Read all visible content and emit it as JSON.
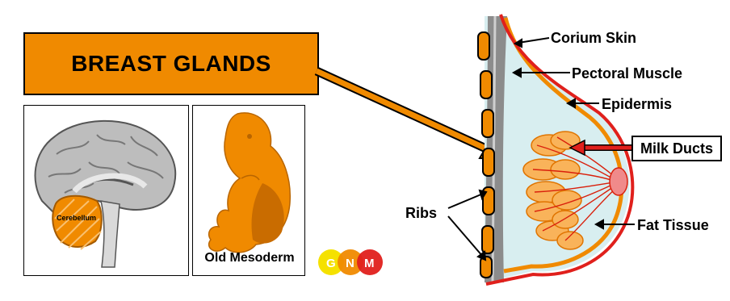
{
  "title": "BREAST GLANDS",
  "brain_label": "Cerebellum",
  "embryo_label": "Old Mesoderm",
  "logo_letters": [
    "G",
    "N",
    "M"
  ],
  "labels": {
    "corium_skin": "Corium Skin",
    "pectoral_muscle": "Pectoral Muscle",
    "epidermis": "Epidermis",
    "milk_ducts": "Milk Ducts",
    "ribs": "Ribs",
    "fat_tissue": "Fat Tissue"
  },
  "colors": {
    "orange": "#f08a00",
    "dark_orange": "#c96c00",
    "skin_red": "#e0201c",
    "fat_blue": "#d8eef0",
    "muscle_gray": "#8c8c8c",
    "nipple_pink": "#f08a8a",
    "logo_yellow": "#f5e100",
    "logo_orange": "#f08a00",
    "logo_red": "#e0201c"
  }
}
